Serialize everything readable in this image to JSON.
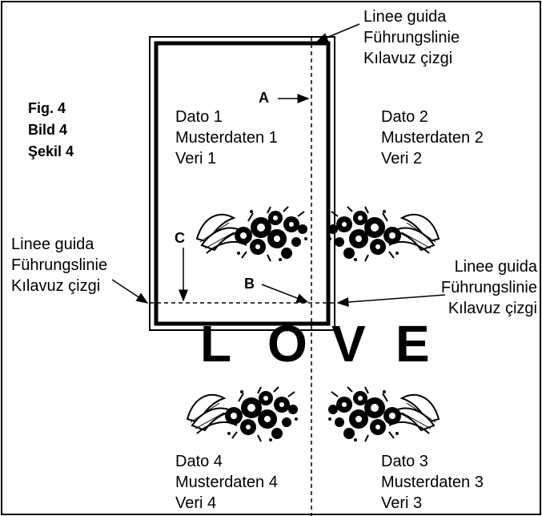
{
  "figure": {
    "lines": [
      "Fig. 4",
      "Bild 4",
      "Şekil 4"
    ]
  },
  "guide_label_top": [
    "Linee guida",
    "Führungslinie",
    "Kılavuz çizgi"
  ],
  "guide_label_left": [
    "Linee guida",
    "Führungslinie",
    "Kılavuz çizgi"
  ],
  "guide_label_right": [
    "Linee guida",
    "Führungslinie",
    "Kılavuz çizgi"
  ],
  "data_blocks": [
    {
      "lines": [
        "Dato 1",
        "Musterdaten 1",
        "Veri 1"
      ]
    },
    {
      "lines": [
        "Dato 2",
        "Musterdaten 2",
        "Veri 2"
      ]
    },
    {
      "lines": [
        "Dato 4",
        "Musterdaten 4",
        "Veri 4"
      ]
    },
    {
      "lines": [
        "Dato 3",
        "Musterdaten 3",
        "Veri 3"
      ]
    }
  ],
  "markers": {
    "a": "A",
    "b": "B",
    "c": "C"
  },
  "word_letters": [
    "L",
    "O",
    "V",
    "E"
  ],
  "motif_icon": "floral-ornament-icon"
}
